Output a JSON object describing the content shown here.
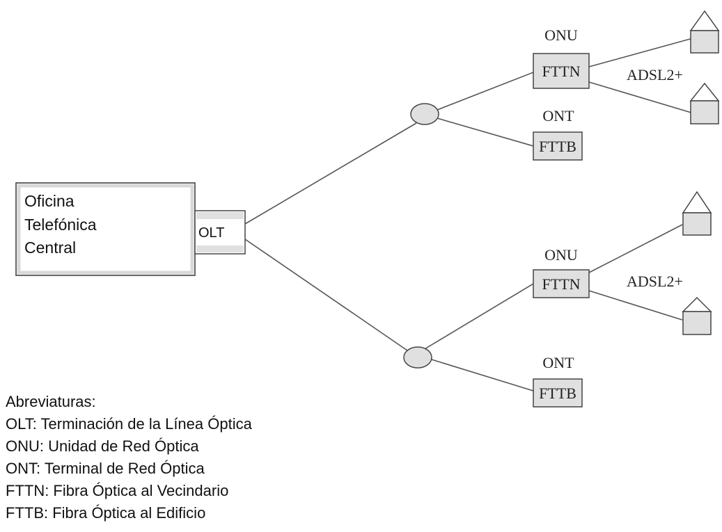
{
  "central_office": {
    "lines": [
      "Oficina",
      "Telefónica",
      "Central"
    ]
  },
  "olt": {
    "label": "OLT"
  },
  "branches": [
    {
      "onu_caption": "ONU",
      "fttn_label": "FTTN",
      "adsl_label": "ADSL2+",
      "ont_caption": "ONT",
      "fttb_label": "FTTB"
    },
    {
      "onu_caption": "ONU",
      "fttn_label": "FTTN",
      "adsl_label": "ADSL2+",
      "ont_caption": "ONT",
      "fttb_label": "FTTB"
    }
  ],
  "legend": {
    "title": "Abreviaturas:",
    "items": [
      "OLT: Terminación de la Línea Óptica",
      "ONU: Unidad de Red Óptica",
      "ONT: Terminal de Red Óptica",
      "FTTN: Fibra Óptica al Vecindario",
      "FTTB: Fibra Óptica al Edificio"
    ]
  },
  "colors": {
    "node_fill": "#e0e0e0",
    "stroke": "#444444",
    "background": "#ffffff"
  }
}
